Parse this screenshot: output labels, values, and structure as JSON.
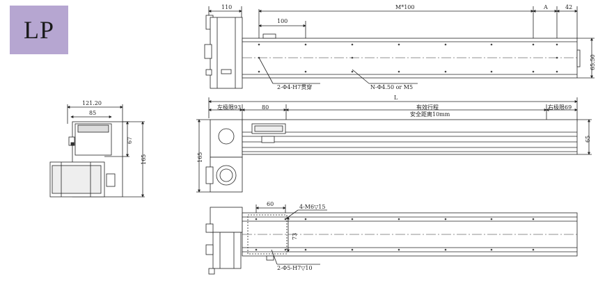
{
  "badge": {
    "label": "LP"
  },
  "top_view": {
    "dims": {
      "left_end": "110",
      "pitch": "100",
      "total": "M*100",
      "a": "A",
      "right_end": "42",
      "height": "65.50"
    },
    "notes": {
      "pin_holes": "2-Φ4-H7贯穿",
      "mount_holes": "N-Φ4.50 or M5"
    }
  },
  "side_view": {
    "dims": {
      "overall": "L",
      "left_limit": "左极限93",
      "carriage": "80",
      "stroke": "有效行程",
      "safety": "安全距离10mm",
      "right_limit": "右极限69",
      "height": "65",
      "left_height": "165"
    }
  },
  "end_view": {
    "dims": {
      "width_total": "121.20",
      "width_inner": "85",
      "height_upper": "67",
      "height_total": "165"
    }
  },
  "bottom_view": {
    "dims": {
      "carriage": "60",
      "width": "73"
    },
    "notes": {
      "tapped": "4-M6▽15",
      "dowel": "2-Φ5-H7▽10"
    }
  }
}
